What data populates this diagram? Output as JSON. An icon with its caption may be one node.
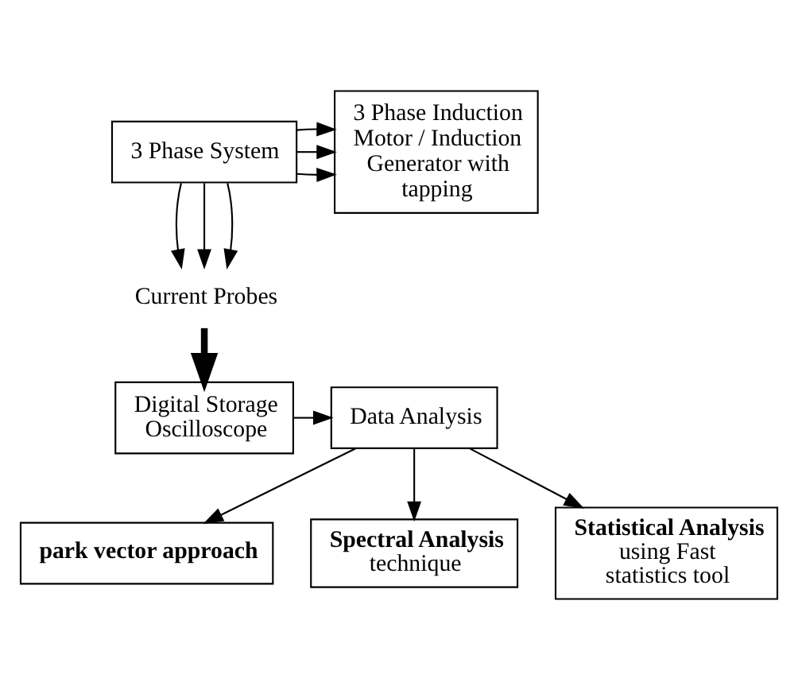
{
  "diagram": {
    "nodes": [
      {
        "text": [
          "3 Phase System"
        ]
      },
      {
        "text": [
          "3 Phase Induction Motor / Induction Generator with tapping"
        ]
      },
      {
        "text": [
          "Current Probes"
        ]
      },
      {
        "text": [
          "Digital Storage Oscilloscope"
        ]
      },
      {
        "text": [
          "Data Analysis"
        ]
      },
      {
        "text": [
          "park vector approach"
        ]
      },
      {
        "text": [
          "**Spectral Analysis** technique"
        ]
      },
      {
        "text": [
          "**Statistical Analysis** using Fast statistics tool"
        ]
      }
    ],
    "edges": [
      {
        "from": 0,
        "to": 1,
        "arrow": "to"
      },
      {
        "from": 0,
        "to": 1,
        "arrow": "to"
      },
      {
        "from": 0,
        "to": 1,
        "arrow": "to"
      },
      {
        "from": 0,
        "to": 2,
        "arrow": "to"
      },
      {
        "from": 0,
        "to": 2,
        "arrow": "to"
      },
      {
        "from": 0,
        "to": 2,
        "arrow": "to"
      },
      {
        "from": 2,
        "to": 3,
        "arrow": "to",
        "style": "thick"
      },
      {
        "from": 3,
        "to": 4,
        "arrow": "to"
      },
      {
        "from": 4,
        "to": 5,
        "arrow": "to"
      },
      {
        "from": 4,
        "to": 6,
        "arrow": "to"
      },
      {
        "from": 4,
        "to": 7,
        "arrow": "to"
      }
    ]
  }
}
